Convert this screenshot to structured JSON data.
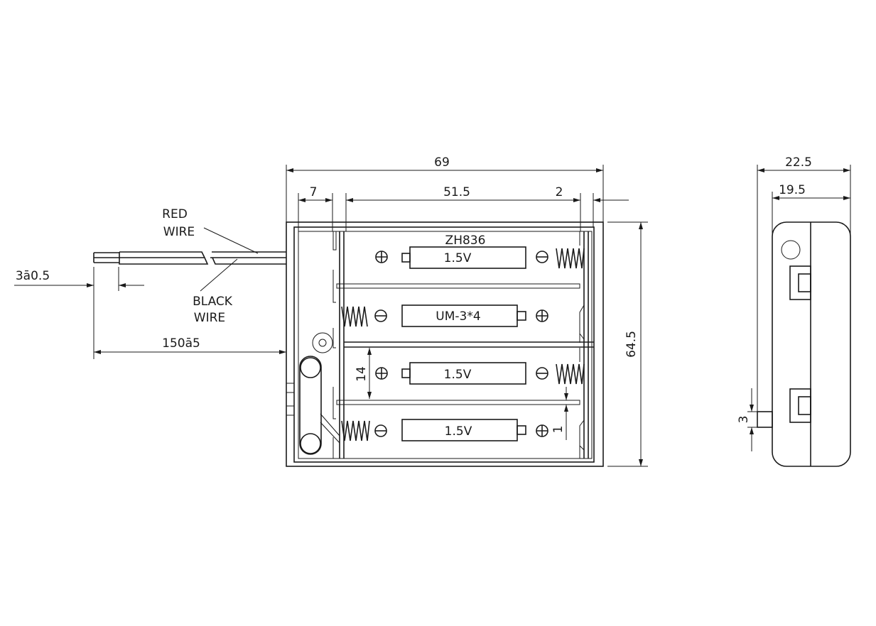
{
  "model": "ZH836",
  "battery_labels": [
    "1.5V",
    "UM-3*4",
    "1.5V",
    "1.5V"
  ],
  "wires": {
    "red": [
      "RED",
      "WIRE"
    ],
    "black": [
      "BLACK",
      "WIRE"
    ]
  },
  "dimensions": {
    "overall_length": "69",
    "end_wall": "7",
    "battery_length": "51.5",
    "right_wall": "2",
    "height": "64.5",
    "cell_pitch": "14",
    "divider_gap": "1",
    "strip_length": "3ā0.5",
    "wire_length": "150ā5",
    "depth_overall": "22.5",
    "depth_body": "19.5",
    "tab": "3"
  }
}
